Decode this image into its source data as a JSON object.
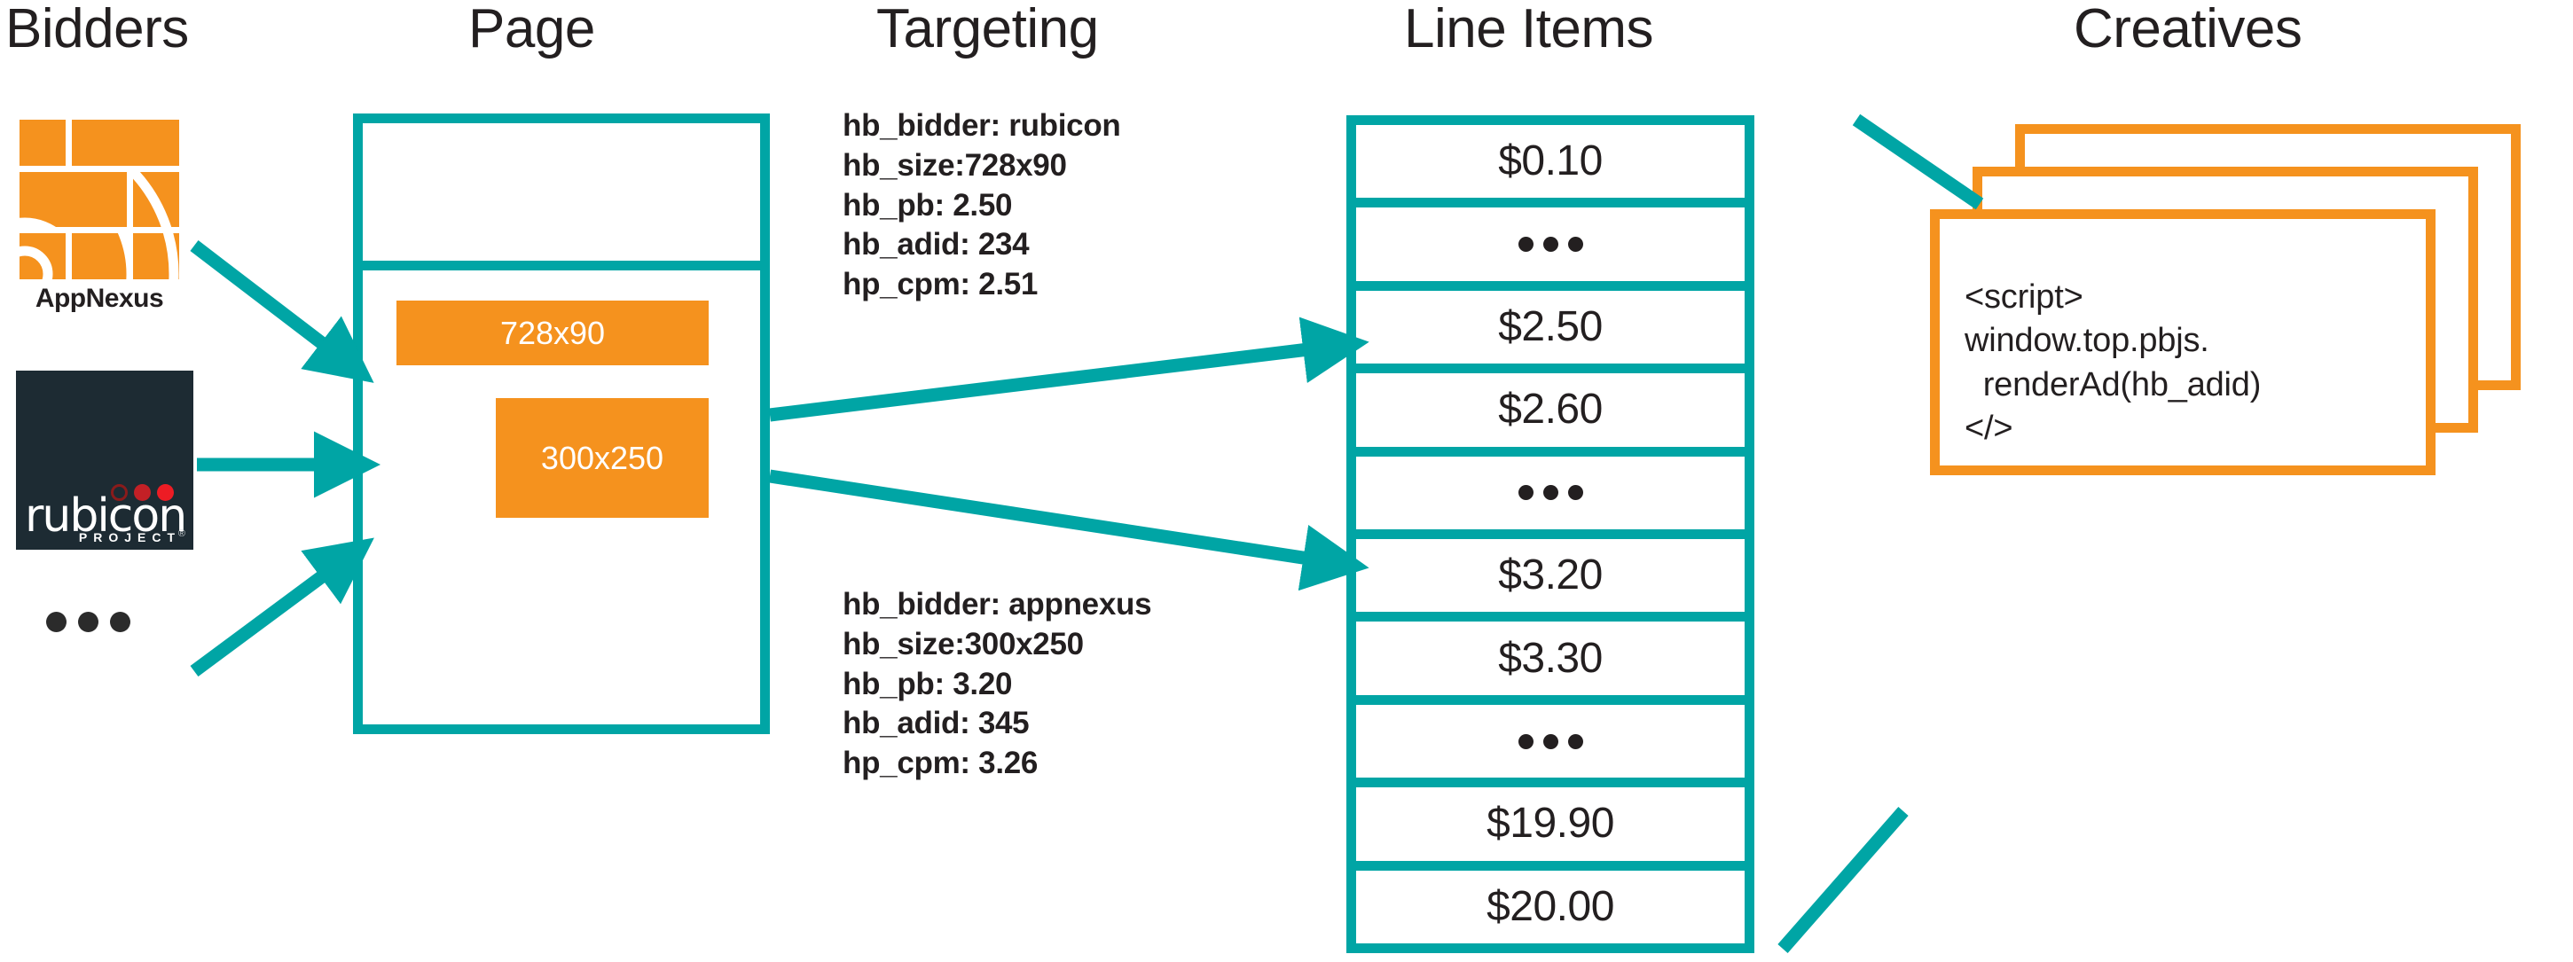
{
  "columns": [
    {
      "key": "bidders",
      "label": "Bidders"
    },
    {
      "key": "page",
      "label": "Page"
    },
    {
      "key": "targeting",
      "label": "Targeting"
    },
    {
      "key": "lineitems",
      "label": "Line Items"
    },
    {
      "key": "creatives",
      "label": "Creatives"
    }
  ],
  "colors": {
    "teal": "#00a5a5",
    "orange": "#f5921e",
    "ink": "#231f20",
    "rubicon_bg": "#1d2b33",
    "white": "#ffffff"
  },
  "bidders": {
    "appnexus": {
      "name": "appnexus-logo",
      "label": "AppNexus"
    },
    "rubicon": {
      "name": "rubicon-project-logo",
      "wordmark": "rubicon",
      "subtext": "PROJECT",
      "registered": "®"
    },
    "more": {
      "label": "•••"
    }
  },
  "page": {
    "slots": [
      {
        "id": "slot-728x90",
        "label": "728x90"
      },
      {
        "id": "slot-300x250",
        "label": "300x250"
      }
    ]
  },
  "targeting": {
    "blocks": [
      {
        "id": "targeting-rubicon",
        "lines": [
          "hb_bidder: rubicon",
          "hb_size:728x90",
          "hb_pb: 2.50",
          "hb_adid: 234",
          "hp_cpm: 2.51"
        ],
        "text": "hb_bidder: rubicon\nhb_size:728x90\nhb_pb: 2.50\nhb_adid: 234\nhp_cpm: 2.51"
      },
      {
        "id": "targeting-appnexus",
        "lines": [
          "hb_bidder: appnexus",
          "hb_size:300x250",
          "hb_pb: 3.20",
          "hb_adid: 345",
          "hp_cpm: 3.26"
        ],
        "text": "hb_bidder: appnexus\nhb_size:300x250\nhb_pb: 3.20\nhb_adid: 345\nhp_cpm: 3.26"
      }
    ]
  },
  "lineitems": {
    "rows": [
      {
        "type": "value",
        "label": "$0.10"
      },
      {
        "type": "ellipsis",
        "label": "•••"
      },
      {
        "type": "value",
        "label": "$2.50",
        "highlighted": true
      },
      {
        "type": "value",
        "label": "$2.60"
      },
      {
        "type": "ellipsis",
        "label": "•••"
      },
      {
        "type": "value",
        "label": "$3.20",
        "highlighted": true
      },
      {
        "type": "value",
        "label": "$3.30"
      },
      {
        "type": "ellipsis",
        "label": "•••"
      },
      {
        "type": "value",
        "label": "$19.90"
      },
      {
        "type": "value",
        "label": "$20.00"
      }
    ]
  },
  "creatives": {
    "card_count": 3,
    "code": "<script>\nwindow.top.pbjs.\n  renderAd(hb_adid)\n</>",
    "code_lines": [
      "<script>",
      "window.top.pbjs.",
      "  renderAd(hb_adid)",
      "</>"
    ]
  },
  "connectors": {
    "bidder_to_page": 3,
    "page_to_lineitem": 2,
    "lineitem_to_creative": 2
  }
}
